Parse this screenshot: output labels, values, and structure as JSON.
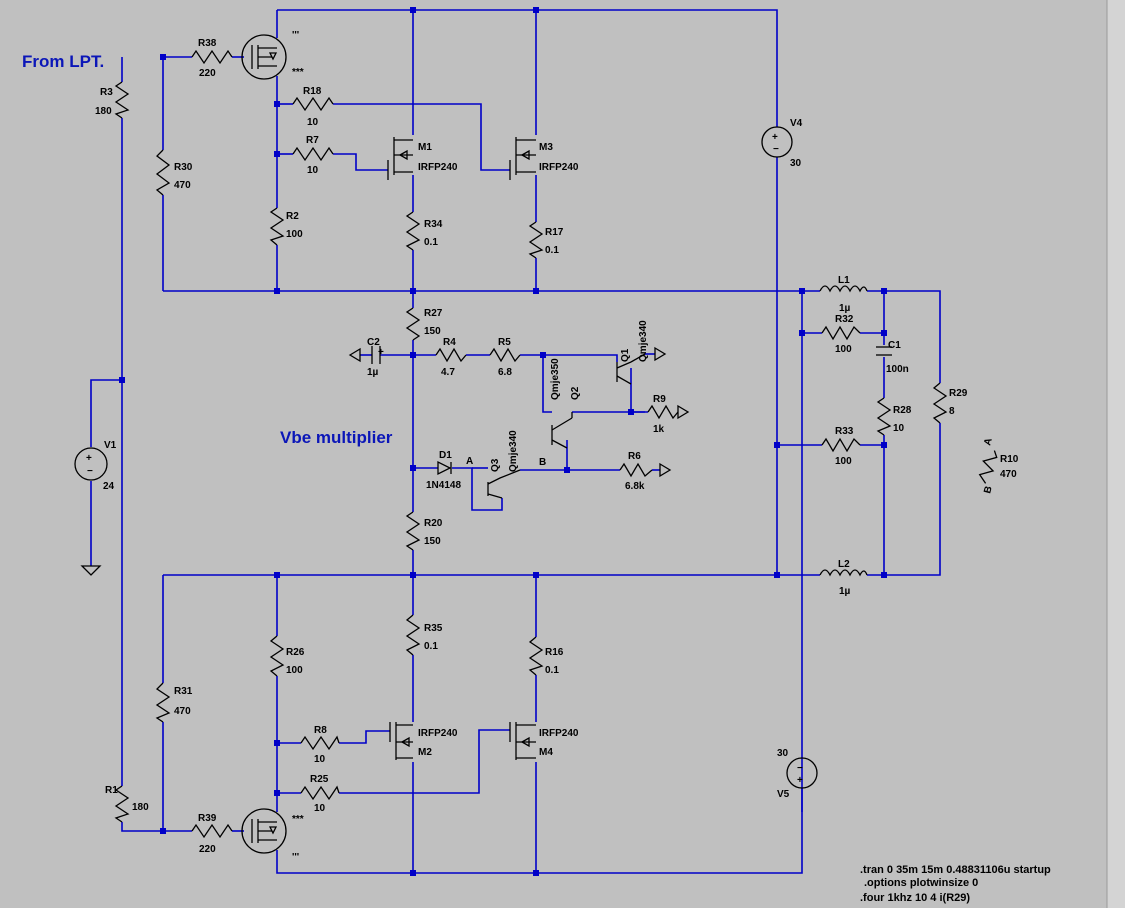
{
  "colors": {
    "background": "#c0c0c0",
    "wire": "#0000c8",
    "symbol": "#000000",
    "label_blue": "#0b16b8"
  },
  "labels": {
    "from_lpt": "From LPT.",
    "vbe_multiplier": "Vbe multiplier"
  },
  "components": {
    "R38": {
      "name": "R38",
      "value": "220"
    },
    "R3": {
      "name": "R3",
      "value": "180"
    },
    "R30": {
      "name": "R30",
      "value": "470"
    },
    "R2": {
      "name": "R2",
      "value": "100"
    },
    "R18": {
      "name": "R18",
      "value": "10"
    },
    "R7": {
      "name": "R7",
      "value": "10"
    },
    "M1": {
      "name": "M1",
      "value": "IRFP240"
    },
    "M3": {
      "name": "M3",
      "value": "IRFP240"
    },
    "R34": {
      "name": "R34",
      "value": "0.1"
    },
    "R17": {
      "name": "R17",
      "value": "0.1"
    },
    "V4": {
      "name": "V4",
      "value": "30"
    },
    "L1": {
      "name": "L1",
      "value": "1µ"
    },
    "R32": {
      "name": "R32",
      "value": "100"
    },
    "C1": {
      "name": "C1",
      "value": "100n"
    },
    "R29": {
      "name": "R29",
      "value": "8"
    },
    "R28": {
      "name": "R28",
      "value": "10"
    },
    "R33": {
      "name": "R33",
      "value": "100"
    },
    "R10": {
      "name": "R10",
      "value": "470"
    },
    "R27": {
      "name": "R27",
      "value": "150"
    },
    "C2": {
      "name": "C2",
      "value": "1µ"
    },
    "R4": {
      "name": "R4",
      "value": "4.7"
    },
    "R5": {
      "name": "R5",
      "value": "6.8"
    },
    "Q1": {
      "name": "Q1",
      "value": "Qmje340"
    },
    "Q2": {
      "name": "Q2",
      "value": "Qmje350"
    },
    "R9": {
      "name": "R9",
      "value": "1k"
    },
    "D1": {
      "name": "D1",
      "value": "1N4148"
    },
    "Q3": {
      "name": "Q3",
      "value": "Qmje340"
    },
    "R6": {
      "name": "R6",
      "value": "6.8k"
    },
    "R20": {
      "name": "R20",
      "value": "150"
    },
    "V1": {
      "name": "V1",
      "value": "24"
    },
    "L2": {
      "name": "L2",
      "value": "1µ"
    },
    "R35": {
      "name": "R35",
      "value": "0.1"
    },
    "R16": {
      "name": "R16",
      "value": "0.1"
    },
    "R26": {
      "name": "R26",
      "value": "100"
    },
    "R31": {
      "name": "R31",
      "value": "470"
    },
    "R8": {
      "name": "R8",
      "value": "10"
    },
    "M2": {
      "name": "M2",
      "value": "IRFP240"
    },
    "M4": {
      "name": "M4",
      "value": "IRFP240"
    },
    "R25": {
      "name": "R25",
      "value": "10"
    },
    "R1": {
      "name": "R1",
      "value": "180"
    },
    "R39": {
      "name": "R39",
      "value": "220"
    },
    "V5": {
      "name": "V5",
      "value": "30"
    }
  },
  "net_labels": {
    "A": "A",
    "B": "B",
    "R10_A": "A",
    "R10_B": "B"
  },
  "spice": [
    ".tran 0 35m 15m 0.48831106u startup",
    ".options plotwinsize 0",
    ".four 1khz 10 4 i(R29)"
  ]
}
